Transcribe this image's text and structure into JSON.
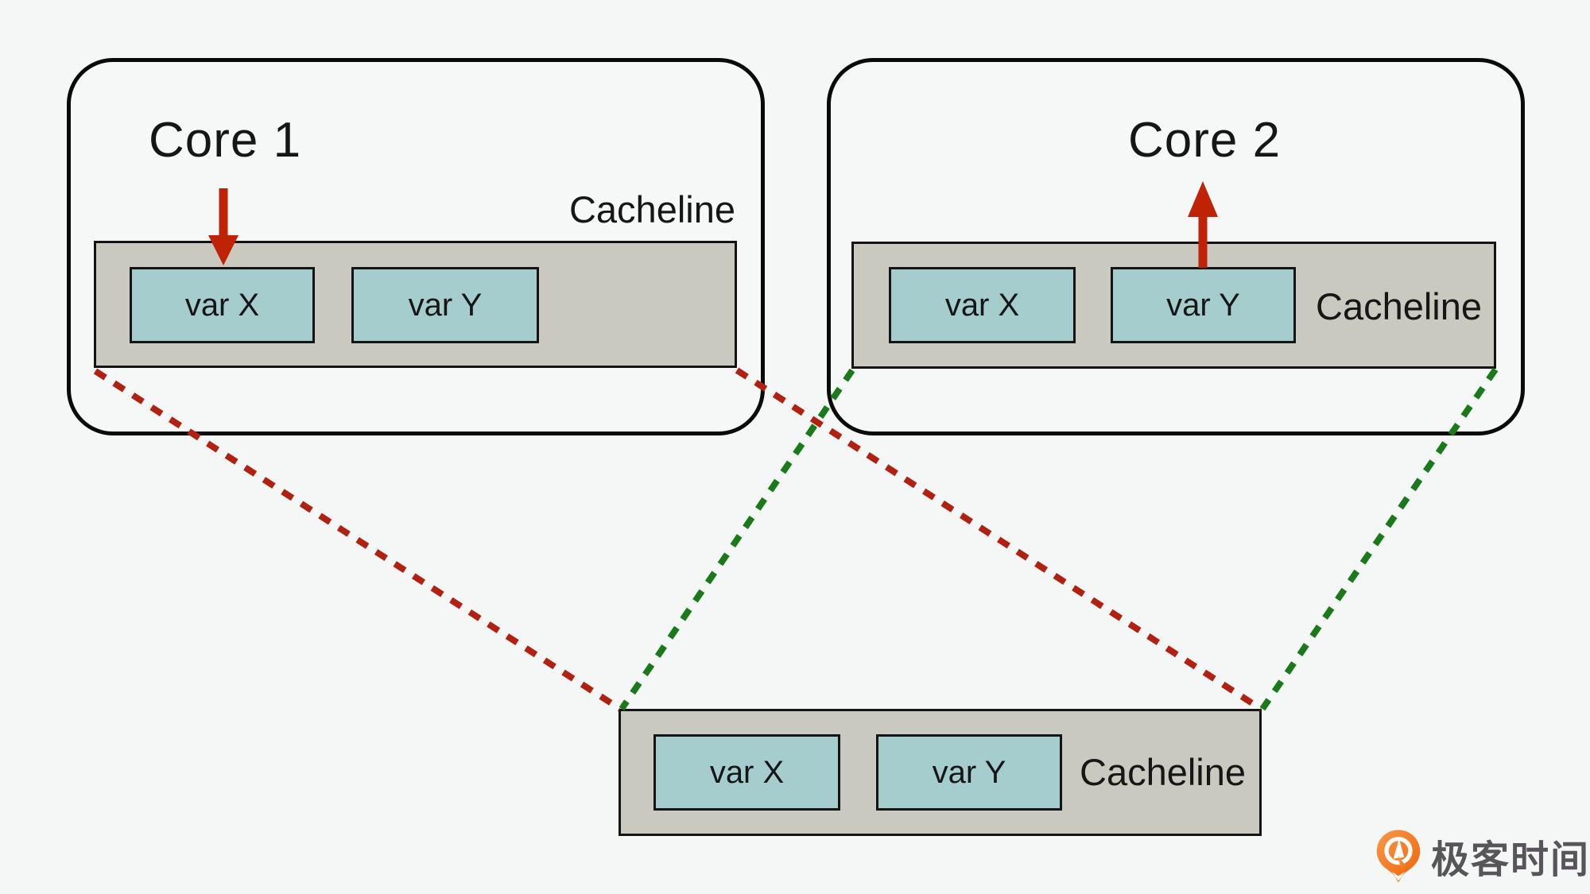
{
  "diagram": {
    "core1": {
      "title": "Core 1",
      "cacheline_label": "Cacheline",
      "var_x_label": "var X",
      "var_y_label": "var Y"
    },
    "core2": {
      "title": "Core 2",
      "cacheline_label": "Cacheline",
      "var_x_label": "var X",
      "var_y_label": "var Y"
    },
    "shared_cacheline": {
      "cacheline_label": "Cacheline",
      "var_x_label": "var X",
      "var_y_label": "var Y"
    }
  },
  "colors": {
    "background": "#f5f7f6",
    "card_fill": "#f6f8f7",
    "outline_ink": "#0a0a0a",
    "cacheline_fill": "#c9c9c0",
    "var_box_fill": "#a5cdce",
    "arrow_red": "#bf2204",
    "map_line_red": "#b22012",
    "map_line_green": "#1a7a1a",
    "logo_orange": "#ee6407",
    "logo_text_gray": "#57555a"
  },
  "logo": {
    "brand_text": "极客时间"
  }
}
